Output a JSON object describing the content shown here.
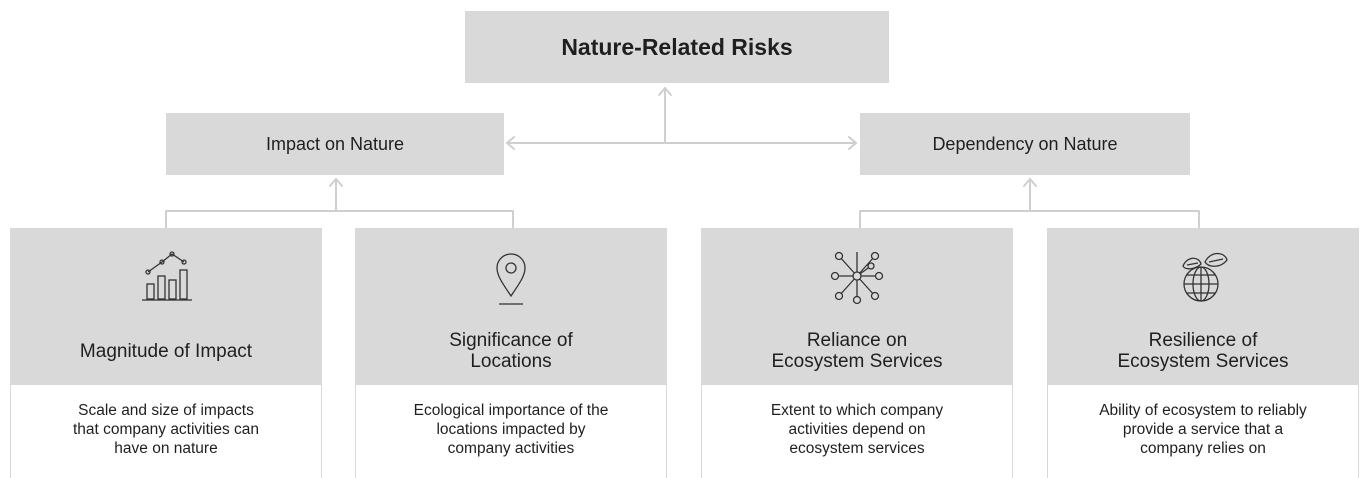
{
  "title": "Nature-Related Risks",
  "categories": {
    "impact": "Impact on Nature",
    "dependency": "Dependency on Nature"
  },
  "cards": [
    {
      "title": "Magnitude of Impact",
      "description": "Scale and size of impacts\nthat company activities can\nhave on nature",
      "icon": "bar-chart-trend-icon"
    },
    {
      "title": "Significance of\nLocations",
      "description": "Ecological importance of the\nlocations impacted by\ncompany activities",
      "icon": "location-pin-icon"
    },
    {
      "title": "Reliance on\nEcosystem Services",
      "description": "Extent to which company\nactivities depend on\necosystem services",
      "icon": "network-nodes-icon"
    },
    {
      "title": "Resilience of\nEcosystem Services",
      "description": "Ability of ecosystem to reliably\nprovide a service that a\ncompany relies on",
      "icon": "globe-leaf-icon"
    }
  ],
  "colors": {
    "box_fill": "#d9d9d9",
    "connector": "#cfcfcf",
    "text": "#1f1f1f"
  }
}
